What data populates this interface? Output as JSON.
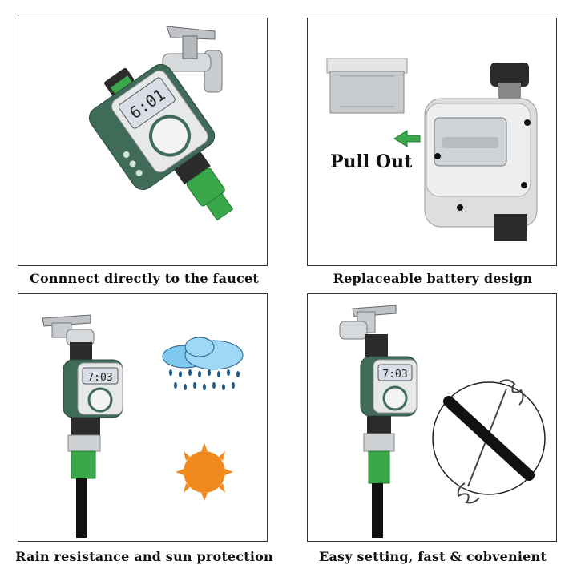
{
  "panels": [
    {
      "caption": "Connnect directly to the faucet",
      "lcd": "6:01"
    },
    {
      "caption": "Replaceable battery design",
      "label": "Pull Out"
    },
    {
      "caption": "Rain resistance and sun protection",
      "lcd": "7:03"
    },
    {
      "caption": "Easy setting, fast & cobvenient",
      "lcd": "7:03"
    }
  ],
  "colors": {
    "housing_green": "#3f6b58",
    "hose_green": "#3aa84a",
    "cloud_blue": "#7fc8ee",
    "sun_orange": "#f08a1c",
    "rain_blue": "#1d5b8f"
  }
}
